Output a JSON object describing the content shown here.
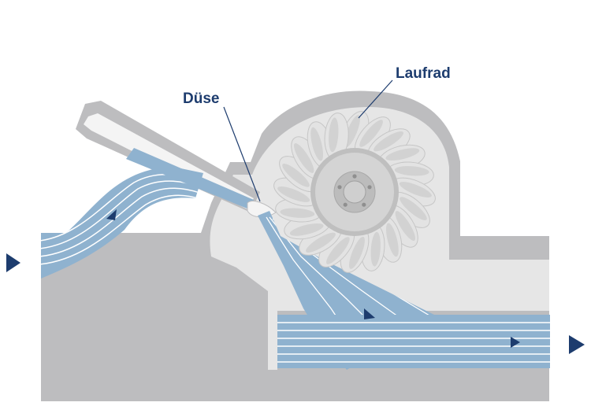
{
  "labels": {
    "nozzle": "Düse",
    "runner": "Laufrad"
  },
  "colors": {
    "label_text": "#1d3c6e",
    "leader_line": "#1d3c6e",
    "arrow": "#1d3c6e",
    "water": "#8fb2cf",
    "water_lines": "#ffffff",
    "housing_dark": "#bdbdbf",
    "housing_light": "#e6e6e6",
    "runner_blade": "#e3e3e3",
    "hub": "#cfcfcf"
  },
  "runner": {
    "blade_count": 20
  }
}
